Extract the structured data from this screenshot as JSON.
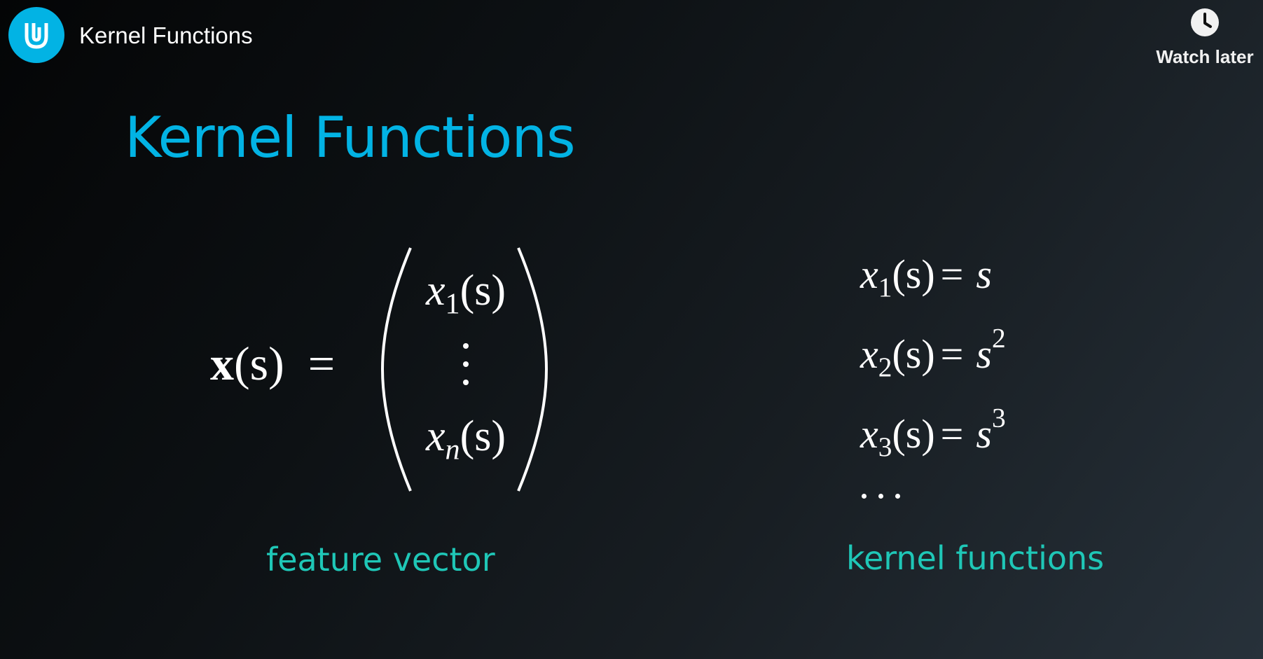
{
  "player": {
    "title": "Kernel Functions",
    "watch_later_label": "Watch later",
    "channel_avatar_icon": "udacity-logo-icon",
    "watch_later_icon": "clock-icon",
    "brand_color": "#02b3e4"
  },
  "slide": {
    "heading": "Kernel Functions",
    "heading_color": "#02b3e4",
    "caption_color": "#1fc7b7",
    "feature_vector": {
      "lhs_bold": "x",
      "lhs_rest": "(s)",
      "equals": "=",
      "first_var": "x",
      "first_index": "1",
      "first_arg": "(s)",
      "last_var": "x",
      "last_index": "n",
      "last_arg": "(s)",
      "caption": "feature vector"
    },
    "kernel_functions": {
      "rows": [
        {
          "var": "x",
          "index": "1",
          "arg": "(s)",
          "equals": "=",
          "rhs": "s",
          "power": ""
        },
        {
          "var": "x",
          "index": "2",
          "arg": "(s)",
          "equals": "=",
          "rhs": "s",
          "power": "2"
        },
        {
          "var": "x",
          "index": "3",
          "arg": "(s)",
          "equals": "=",
          "rhs": "s",
          "power": "3"
        }
      ],
      "caption": "kernel functions"
    }
  }
}
